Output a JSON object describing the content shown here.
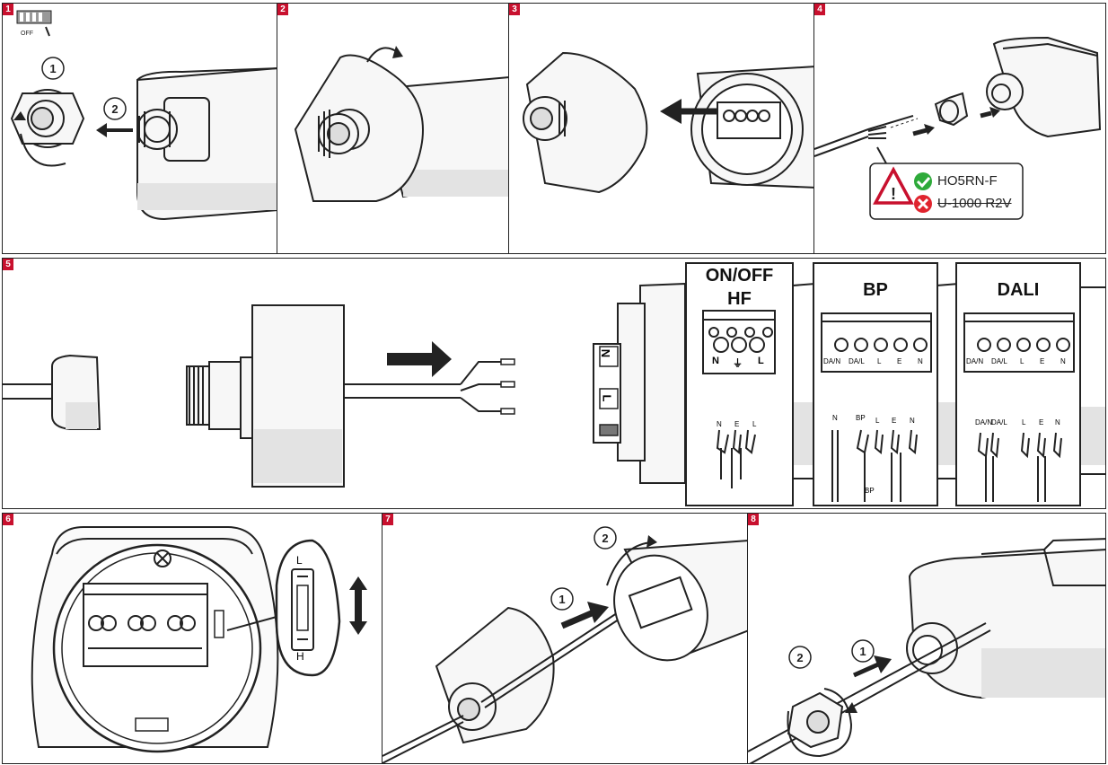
{
  "panels": {
    "p1": {
      "num": "1",
      "off_label": "OFF",
      "step1": "1",
      "step2": "2"
    },
    "p2": {
      "num": "2"
    },
    "p3": {
      "num": "3"
    },
    "p4": {
      "num": "4",
      "cable_ok": "HO5RN-F",
      "cable_bad": "U-1000 R2V"
    },
    "p5": {
      "num": "5",
      "onoff": {
        "title_line1": "ON/OFF",
        "title_line2": "HF",
        "terminals": [
          "N",
          "⏚",
          "L"
        ],
        "wires": [
          "N",
          "E",
          "L"
        ]
      },
      "bp": {
        "title": "BP",
        "terminals": [
          "DA/N",
          "DA/L",
          "L",
          "E",
          "N"
        ],
        "wires": [
          "N",
          "BP",
          "L",
          "E",
          "N"
        ],
        "wire_bottom": "BP"
      },
      "dali": {
        "title": "DALI",
        "terminals": [
          "DA/N",
          "DA/L",
          "L",
          "E",
          "N"
        ],
        "wires": [
          "DA/N",
          "DA/L",
          "L",
          "E",
          "N"
        ]
      },
      "block_labels": [
        "N",
        "L"
      ]
    },
    "p6": {
      "num": "6",
      "switch_top": "L",
      "switch_bottom": "H"
    },
    "p7": {
      "num": "7",
      "step1": "1",
      "step2": "2"
    },
    "p8": {
      "num": "8",
      "step1": "1",
      "step2": "2"
    }
  },
  "colors": {
    "accent": "#c8102e",
    "ok": "#2eaa3a",
    "bad": "#e0242e",
    "line": "#222222"
  },
  "icons": [
    "switchboard-icon",
    "warning-triangle-icon",
    "check-icon",
    "cross-icon",
    "rotate-arrow-icon",
    "push-arrow-icon"
  ]
}
